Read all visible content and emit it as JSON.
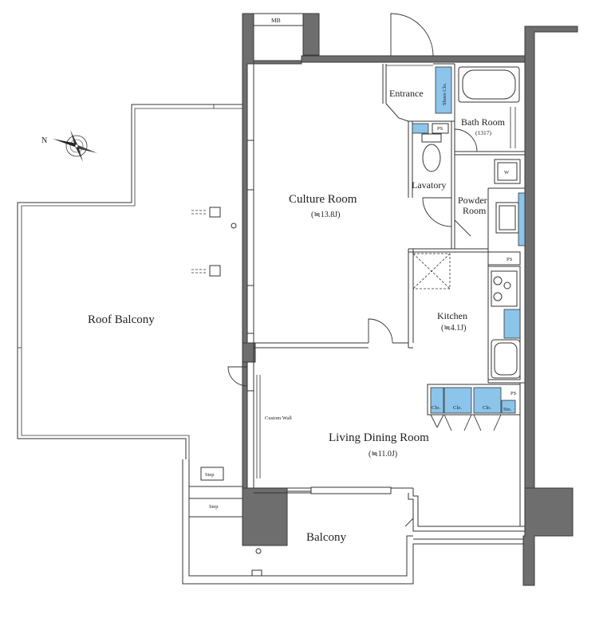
{
  "rooms": {
    "culture_room": {
      "name": "Culture Room",
      "area": "(≒13.8J)"
    },
    "living_dining": {
      "name": "Living Dining Room",
      "area": "(≒11.0J)"
    },
    "kitchen": {
      "name": "Kitchen",
      "area": "(≒4.1J)"
    },
    "bath_room": {
      "name": "Bath Room",
      "area": "(1317)"
    },
    "powder_room": {
      "line1": "Powder",
      "line2": "Room"
    },
    "entrance": {
      "name": "Entrance"
    },
    "lavatory": {
      "name": "Lavatory"
    },
    "roof_balcony": {
      "name": "Roof Balcony"
    },
    "balcony": {
      "name": "Balcony"
    }
  },
  "labels": {
    "mb": "MB",
    "shoes_clo": "Shoes Clo.",
    "ps_lavatory": "PS",
    "ps_kitchen": "PS",
    "ps_living": "PS",
    "washer": "W",
    "custom_wall": "Custom Wall",
    "step_upper": "Step",
    "step_lower": "Step",
    "clo_1": "Clo.",
    "clo_2": "Clo.",
    "clo_3": "Clo.",
    "sto": "Sto.",
    "compass_n": "N"
  },
  "colors": {
    "wall": "#6e6e6e",
    "storage_fill": "#8cc4ea",
    "line": "#333333"
  }
}
